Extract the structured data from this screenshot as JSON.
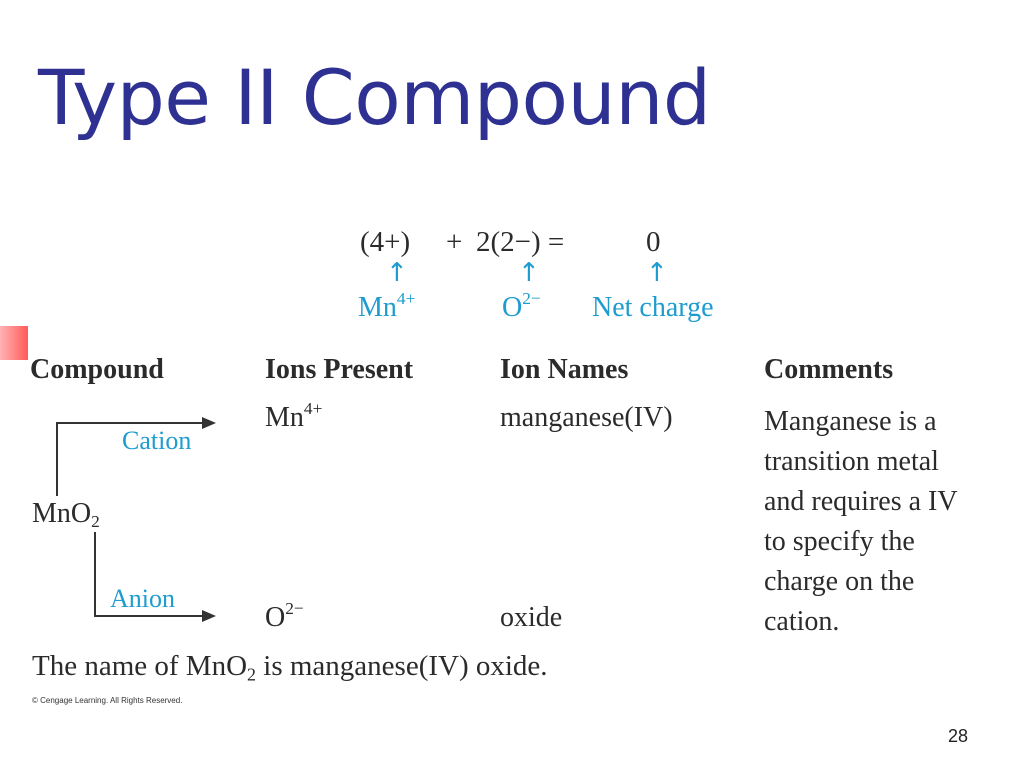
{
  "title": "Type II Compound",
  "equation": {
    "term1": "(4+)",
    "plus": "+",
    "term2": "2(2−) =",
    "result": "0",
    "arrow": "↑",
    "label_mn": "Mn",
    "label_mn_sup": "4+",
    "label_o": "O",
    "label_o_sup": "2−",
    "label_net": "Net charge"
  },
  "table": {
    "headers": [
      "Compound",
      "Ions Present",
      "Ion Names",
      "Comments"
    ],
    "compound": "MnO",
    "compound_sub": "2",
    "cation_label": "Cation",
    "anion_label": "Anion",
    "cation_ion": "Mn",
    "cation_ion_sup": "4+",
    "anion_ion": "O",
    "anion_ion_sup": "2−",
    "cation_name": "manganese(IV)",
    "anion_name": "oxide",
    "comments": [
      "Manganese is a",
      "transition metal",
      "and requires a IV",
      "to specify the",
      "charge on the",
      "cation."
    ]
  },
  "summary": {
    "prefix": "The name of MnO",
    "sub": "2",
    "suffix": " is manganese(IV) oxide."
  },
  "copyright": "© Cengage Learning. All Rights Reserved.",
  "page_number": "28"
}
